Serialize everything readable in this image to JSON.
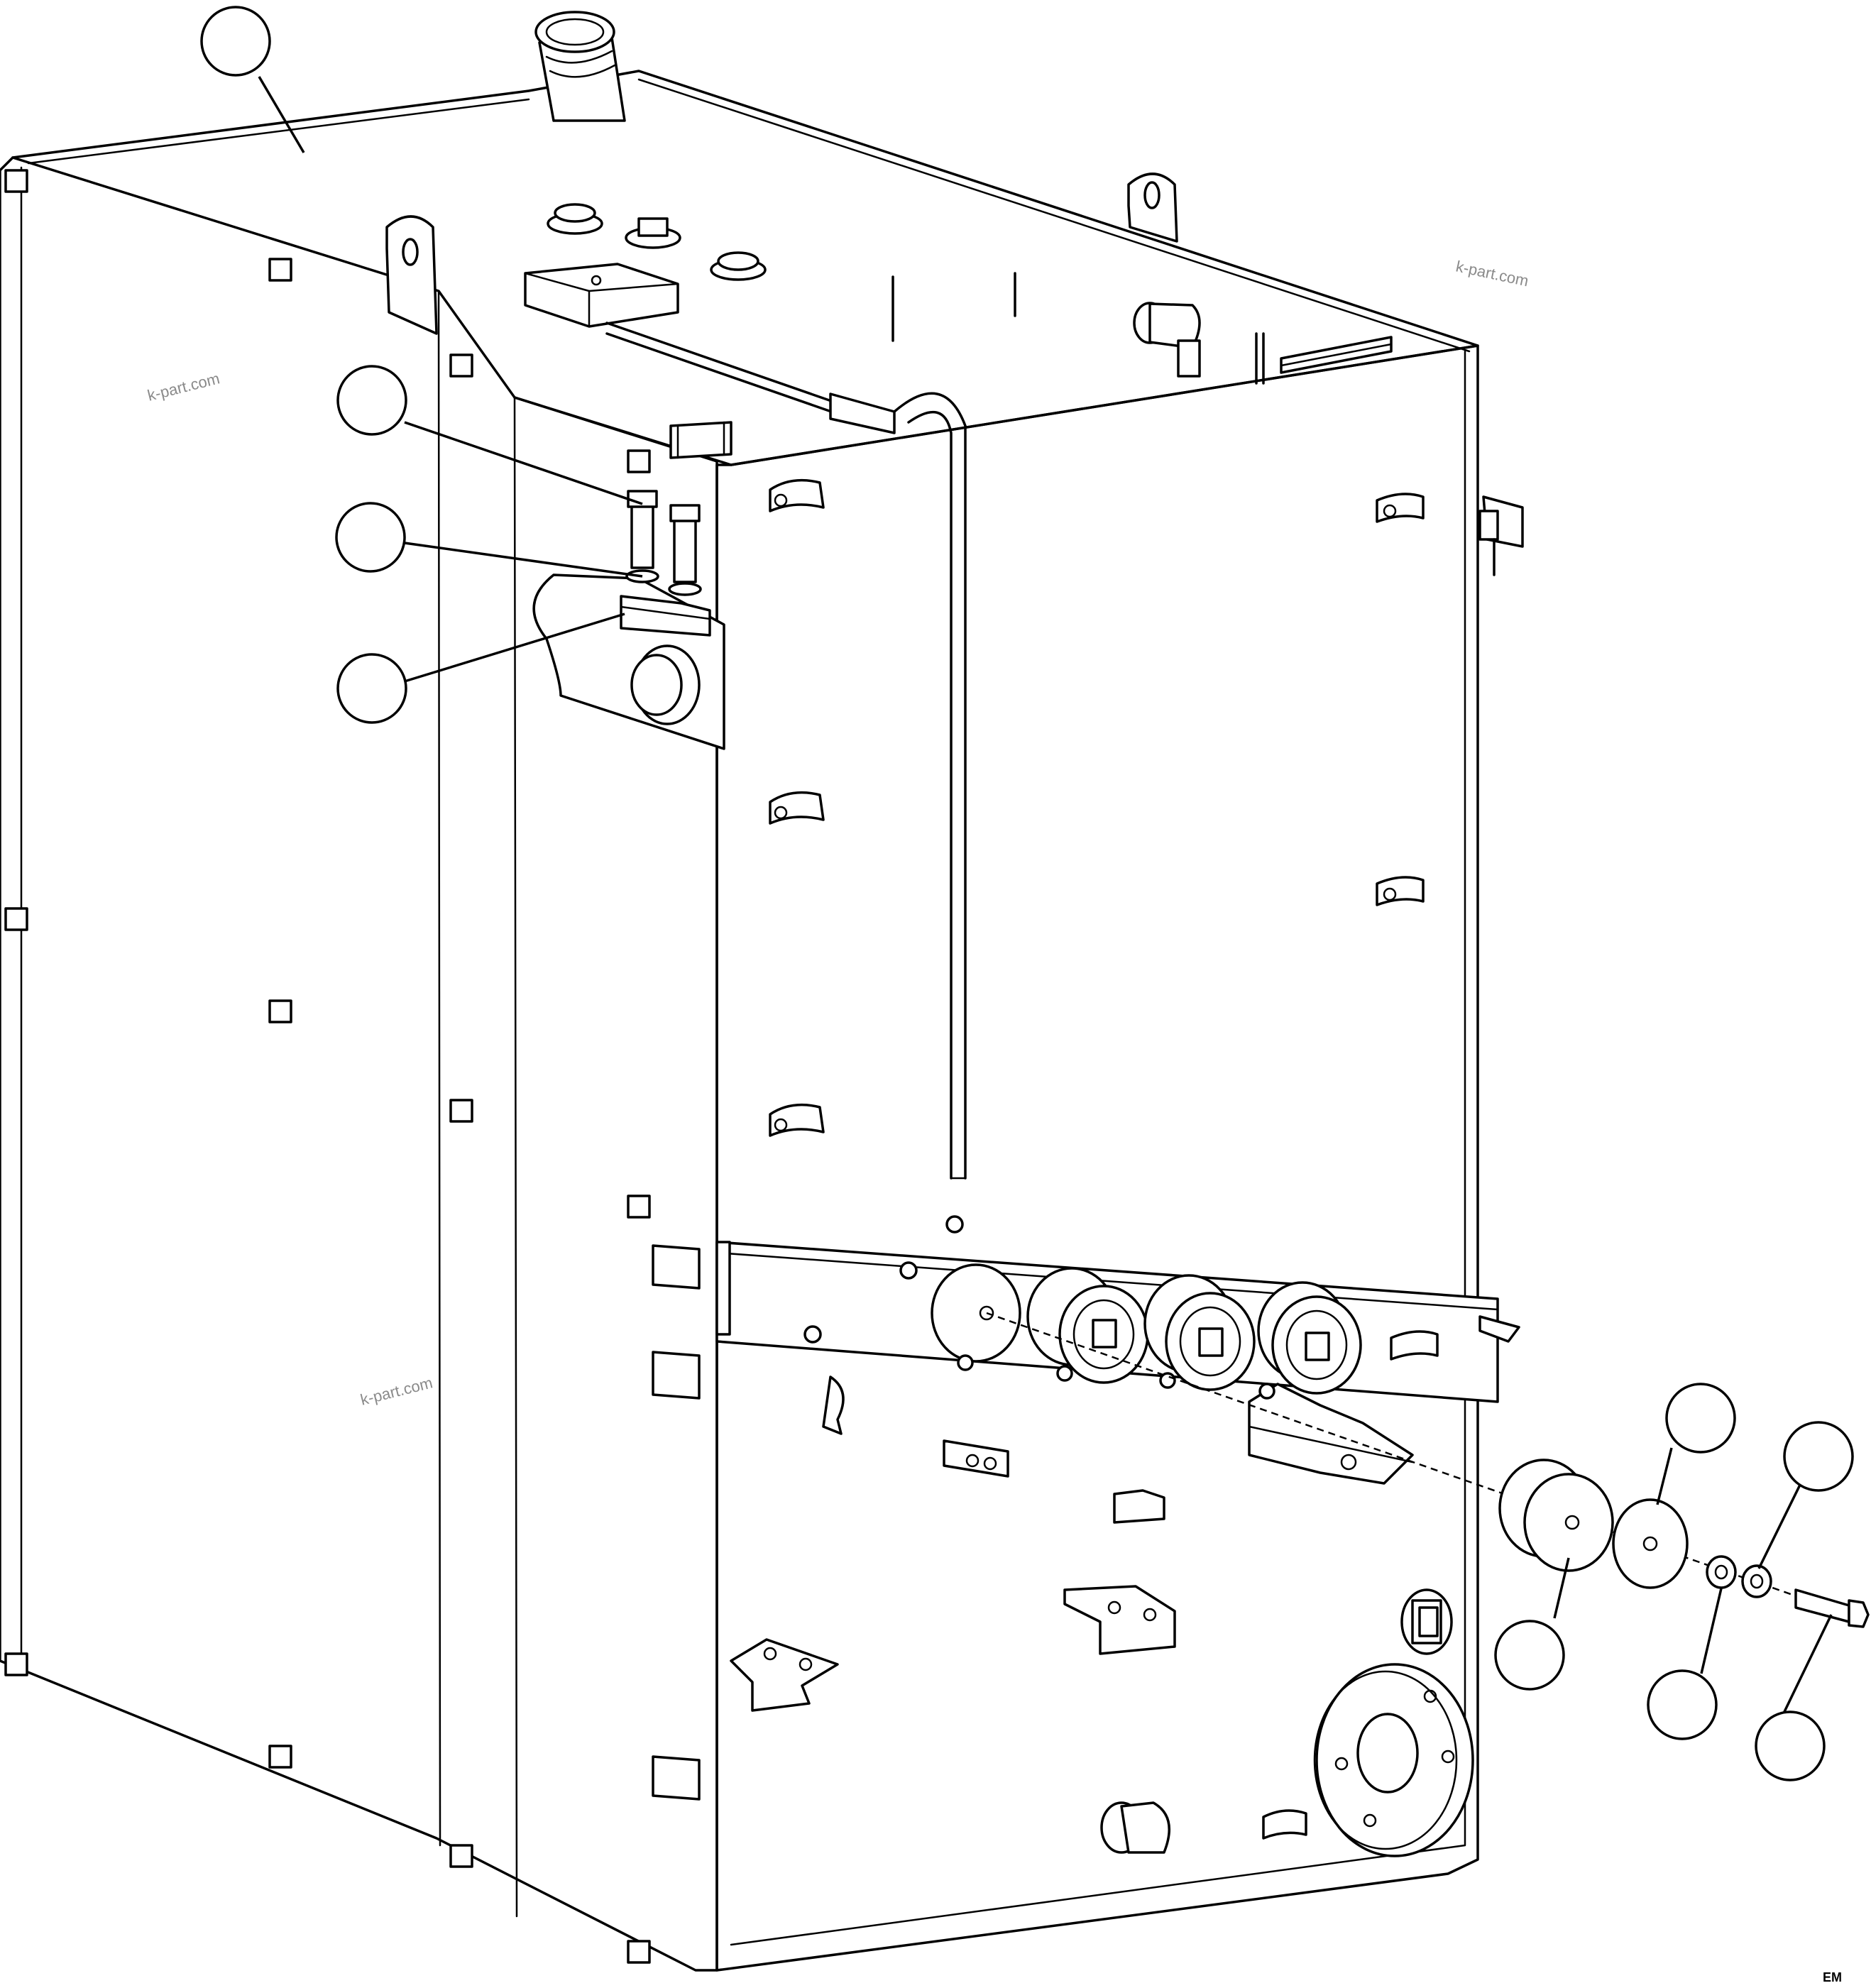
{
  "watermarks": [
    {
      "text": "k-part.com"
    },
    {
      "text": "k-part.com"
    },
    {
      "text": "k-part.com"
    }
  ],
  "figure_code": "EM",
  "callouts": [
    {
      "id": "callout-top-left",
      "label": ""
    },
    {
      "id": "callout-bolt",
      "label": ""
    },
    {
      "id": "callout-washer",
      "label": ""
    },
    {
      "id": "callout-bracket",
      "label": ""
    },
    {
      "id": "callout-mount-block",
      "label": ""
    },
    {
      "id": "callout-large-washer",
      "label": ""
    },
    {
      "id": "callout-lock-washer",
      "label": ""
    },
    {
      "id": "callout-small-washer",
      "label": ""
    },
    {
      "id": "callout-hex-bolt",
      "label": ""
    }
  ],
  "colors": {
    "line": "#000000",
    "background": "#ffffff",
    "watermark": "#8a8a8a"
  }
}
